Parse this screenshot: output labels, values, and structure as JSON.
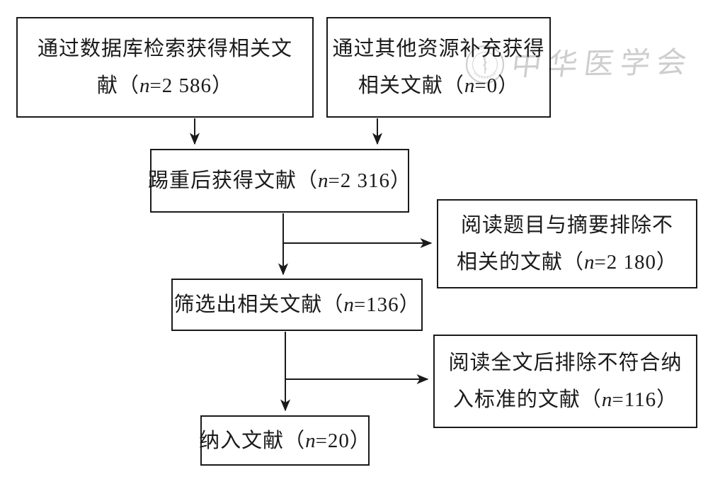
{
  "figure": {
    "type": "flowchart",
    "description_boxes": {
      "db_search": {
        "l1": "通过数据库检索获得相关文",
        "l2_pre": "献（",
        "l2_var": "n",
        "l2_post": "=2 586）"
      },
      "other_sources": {
        "l1": "通过其他资源补充获得",
        "l2_pre": "相关文献（",
        "l2_var": "n",
        "l2_post": "=0）"
      },
      "dedup": {
        "l1_pre": "踢重后获得文献（",
        "l1_var": "n",
        "l1_post": "=2 316）"
      },
      "title_abstract_excluded": {
        "l1": "阅读题目与摘要排除不",
        "l2_pre": "相关的文献（",
        "l2_var": "n",
        "l2_post": "=2 180）"
      },
      "screened": {
        "l1_pre": "筛选出相关文献（",
        "l1_var": "n",
        "l1_post": "=136）"
      },
      "fulltext_excluded": {
        "l1": "阅读全文后排除不符合纳",
        "l2_pre": "入标准的文献（",
        "l2_var": "n",
        "l2_post": "=116）"
      },
      "included": {
        "l1_pre": "纳入文献（",
        "l1_var": "n",
        "l1_post": "=20）"
      }
    },
    "counts": {
      "database_search": 2586,
      "other_sources": 0,
      "after_dedup": 2316,
      "excluded_title_abstract": 2180,
      "screened_relevant": 136,
      "excluded_fulltext": 116,
      "included": 20
    }
  },
  "watermark": {
    "text": "中华医学会",
    "color": "#c6c6c6"
  },
  "colors": {
    "line": "#1a1a1a",
    "text": "#1a1a1a",
    "background": "#ffffff",
    "watermark": "#c6c6c6"
  }
}
